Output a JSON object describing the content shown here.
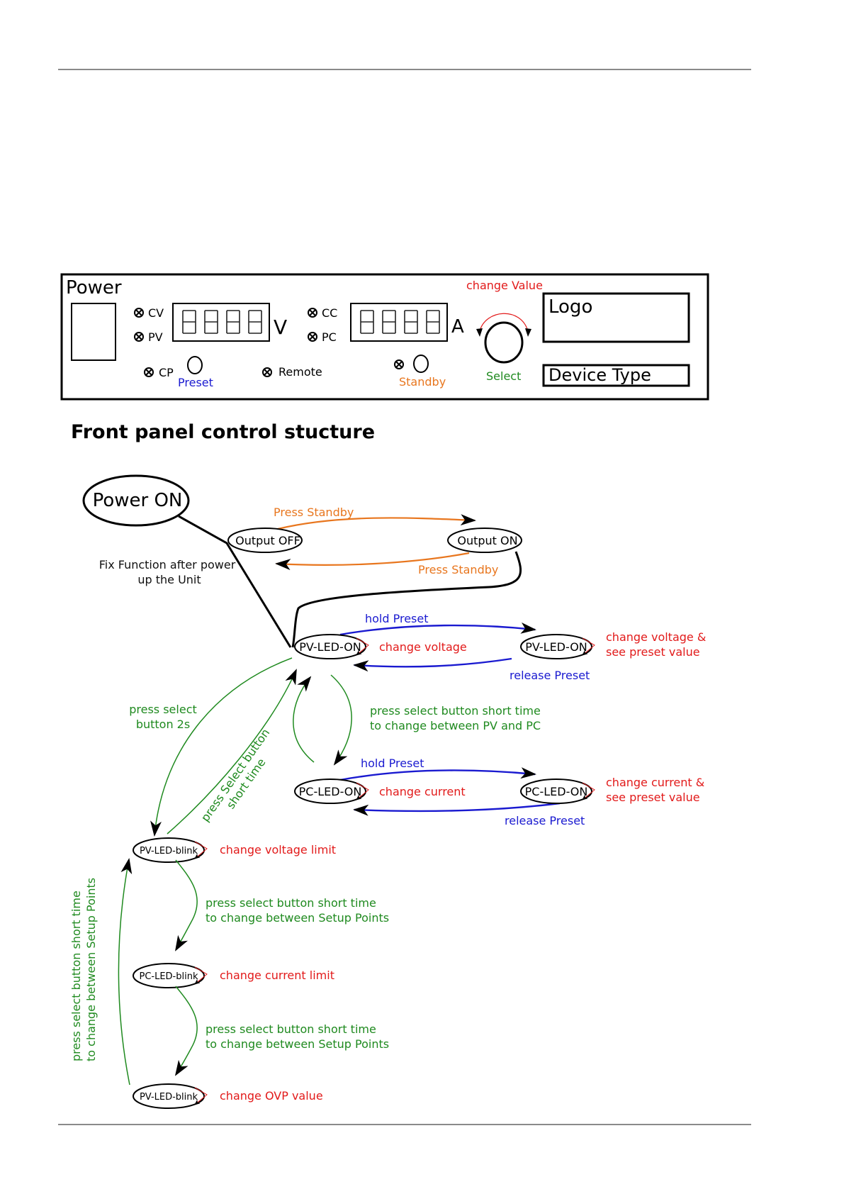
{
  "panel": {
    "power_label": "Power",
    "indicators": {
      "cv": "CV",
      "pv": "PV",
      "cc": "CC",
      "pc": "PC",
      "cp": "CP",
      "remote": "Remote"
    },
    "voltage_display": "8888",
    "voltage_unit": "V",
    "current_display": "8888",
    "current_unit": "A",
    "preset_label": "Preset",
    "standby_label": "Standby",
    "select_label": "Select",
    "change_value_label": "change Value",
    "logo_label": "Logo",
    "device_type_label": "Device Type"
  },
  "section_title": "Front panel control stucture",
  "states": {
    "power_on": "Power ON",
    "output_off": "Output OFF",
    "output_on": "Output ON",
    "pv_led_on_left": "PV-LED-ON",
    "pv_led_on_right": "PV-LED-ON",
    "pc_led_on_left": "PC-LED-ON",
    "pc_led_on_right": "PC-LED-ON",
    "pv_led_blink_top": "PV-LED-blink",
    "pc_led_blink": "PC-LED-blink",
    "pv_led_blink_bottom": "PV-LED-blink"
  },
  "labels": {
    "press_standby_top": "Press Standby",
    "press_standby_bottom": "Press Standby",
    "fix_function_line1": "Fix Function after power",
    "fix_function_line2": "up the Unit",
    "hold_preset_pv": "hold Preset",
    "release_preset_pv": "release Preset",
    "change_voltage": "change voltage",
    "change_voltage_preset_line1": "change voltage &",
    "change_voltage_preset_line2": "see preset value",
    "press_select_2s_line1": "press select",
    "press_select_2s_line2": "button 2s",
    "press_select_short_line1": "press Select button",
    "press_select_short_line2": "short time",
    "pv_pc_switch_line1": "press select button short time",
    "pv_pc_switch_line2": "to change between PV and PC",
    "hold_preset_pc": "hold Preset",
    "release_preset_pc": "release Preset",
    "change_current": "change current",
    "change_current_preset_line1": "change current &",
    "change_current_preset_line2": "see preset value",
    "change_voltage_limit": "change voltage limit",
    "setup_switch_1_line1": "press select button short time",
    "setup_switch_1_line2": "to change between Setup Points",
    "change_current_limit": "change current limit",
    "setup_switch_2_line1": "press select button short time",
    "setup_switch_2_line2": "to change between Setup Points",
    "change_ovp_value": "change OVP value",
    "vertical_line1": "press select button short time",
    "vertical_line2": "to change between Setup Points"
  },
  "colors": {
    "state_text": "#111111",
    "value_change": "#e21a1a",
    "standby": "#e8761e",
    "preset": "#1a1ad0",
    "select": "#1f8a1f"
  }
}
